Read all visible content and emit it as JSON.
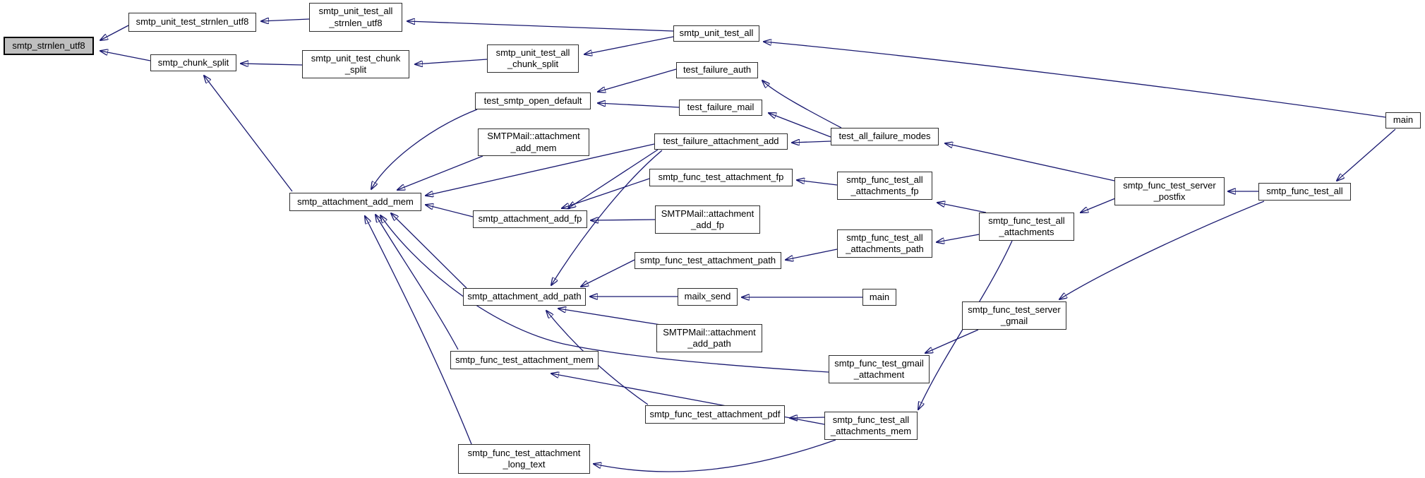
{
  "diagram": {
    "type": "doxygen-caller-graph",
    "focus_function": "smtp_strnlen_utf8",
    "colors": {
      "edge": "#191970",
      "node_border": "#2e2e2e",
      "node_fill": "#ffffff",
      "focus_node_fill": "#bfbfbf",
      "text": "#000000",
      "background": "#ffffff"
    },
    "nodes": [
      {
        "id": "strnlen",
        "label": "smtp_strnlen_utf8",
        "focus": true
      },
      {
        "id": "unit_strnlen",
        "label": "smtp_unit_test_strnlen_utf8"
      },
      {
        "id": "chunk_split",
        "label": "smtp_chunk_split"
      },
      {
        "id": "all_strnlen",
        "label": "smtp_unit_test_all\n_strnlen_utf8"
      },
      {
        "id": "unit_chunk",
        "label": "smtp_unit_test_chunk\n_split"
      },
      {
        "id": "all_chunk",
        "label": "smtp_unit_test_all\n_chunk_split"
      },
      {
        "id": "unit_all",
        "label": "smtp_unit_test_all"
      },
      {
        "id": "failure_auth",
        "label": "test_failure_auth"
      },
      {
        "id": "failure_mail",
        "label": "test_failure_mail"
      },
      {
        "id": "open_default",
        "label": "test_smtp_open_default"
      },
      {
        "id": "mail_add_mem",
        "label": "SMTPMail::attachment\n_add_mem"
      },
      {
        "id": "failure_attach",
        "label": "test_failure_attachment_add"
      },
      {
        "id": "all_failure",
        "label": "test_all_failure_modes"
      },
      {
        "id": "func_att_fp",
        "label": "smtp_func_test_attachment_fp"
      },
      {
        "id": "all_att_fp",
        "label": "smtp_func_test_all\n_attachments_fp"
      },
      {
        "id": "add_mem",
        "label": "smtp_attachment_add_mem"
      },
      {
        "id": "add_fp",
        "label": "smtp_attachment_add_fp"
      },
      {
        "id": "mail_add_fp",
        "label": "SMTPMail::attachment\n_add_fp"
      },
      {
        "id": "all_att_path",
        "label": "smtp_func_test_all\n_attachments_path"
      },
      {
        "id": "all_atts",
        "label": "smtp_func_test_all\n_attachments"
      },
      {
        "id": "func_att_path",
        "label": "smtp_func_test_attachment_path"
      },
      {
        "id": "add_path",
        "label": "smtp_attachment_add_path"
      },
      {
        "id": "mailx_send",
        "label": "mailx_send"
      },
      {
        "id": "main_mid",
        "label": "main"
      },
      {
        "id": "mail_add_path",
        "label": "SMTPMail::attachment\n_add_path"
      },
      {
        "id": "func_att_mem",
        "label": "smtp_func_test_attachment_mem"
      },
      {
        "id": "server_gmail",
        "label": "smtp_func_test_server\n_gmail"
      },
      {
        "id": "gmail_att",
        "label": "smtp_func_test_gmail\n_attachment"
      },
      {
        "id": "func_att_pdf",
        "label": "smtp_func_test_attachment_pdf"
      },
      {
        "id": "all_att_mem",
        "label": "smtp_func_test_all\n_attachments_mem"
      },
      {
        "id": "func_att_long",
        "label": "smtp_func_test_attachment\n_long_text"
      },
      {
        "id": "server_postfix",
        "label": "smtp_func_test_server\n_postfix"
      },
      {
        "id": "func_all",
        "label": "smtp_func_test_all"
      },
      {
        "id": "main_right",
        "label": "main"
      }
    ],
    "edges": [
      {
        "from": "unit_strnlen",
        "to": "strnlen"
      },
      {
        "from": "chunk_split",
        "to": "strnlen"
      },
      {
        "from": "all_strnlen",
        "to": "unit_strnlen"
      },
      {
        "from": "unit_all",
        "to": "all_strnlen"
      },
      {
        "from": "unit_chunk",
        "to": "chunk_split"
      },
      {
        "from": "add_mem",
        "to": "chunk_split"
      },
      {
        "from": "all_chunk",
        "to": "unit_chunk"
      },
      {
        "from": "unit_all",
        "to": "all_chunk"
      },
      {
        "from": "main_right",
        "to": "unit_all"
      },
      {
        "from": "failure_auth",
        "to": "open_default"
      },
      {
        "from": "failure_mail",
        "to": "open_default"
      },
      {
        "from": "all_failure",
        "to": "failure_auth"
      },
      {
        "from": "all_failure",
        "to": "failure_mail"
      },
      {
        "from": "all_failure",
        "to": "failure_attach"
      },
      {
        "from": "server_postfix",
        "to": "all_failure"
      },
      {
        "from": "open_default",
        "to": "add_mem"
      },
      {
        "from": "mail_add_mem",
        "to": "add_mem"
      },
      {
        "from": "failure_attach",
        "to": "add_mem"
      },
      {
        "from": "add_fp",
        "to": "add_mem"
      },
      {
        "from": "add_path",
        "to": "add_mem"
      },
      {
        "from": "func_att_mem",
        "to": "add_mem"
      },
      {
        "from": "func_att_long",
        "to": "add_mem"
      },
      {
        "from": "gmail_att",
        "to": "add_mem"
      },
      {
        "from": "failure_attach",
        "to": "add_fp"
      },
      {
        "from": "func_att_fp",
        "to": "add_fp"
      },
      {
        "from": "mail_add_fp",
        "to": "add_fp"
      },
      {
        "from": "all_att_fp",
        "to": "func_att_fp"
      },
      {
        "from": "all_atts",
        "to": "all_att_fp"
      },
      {
        "from": "all_atts",
        "to": "all_att_path"
      },
      {
        "from": "all_atts",
        "to": "all_att_mem"
      },
      {
        "from": "server_postfix",
        "to": "all_atts"
      },
      {
        "from": "func_all",
        "to": "server_postfix"
      },
      {
        "from": "main_right",
        "to": "func_all"
      },
      {
        "from": "failure_attach",
        "to": "add_path"
      },
      {
        "from": "func_att_path",
        "to": "add_path"
      },
      {
        "from": "mailx_send",
        "to": "add_path"
      },
      {
        "from": "mail_add_path",
        "to": "add_path"
      },
      {
        "from": "func_att_pdf",
        "to": "add_path"
      },
      {
        "from": "main_mid",
        "to": "mailx_send"
      },
      {
        "from": "all_att_path",
        "to": "func_att_path"
      },
      {
        "from": "all_att_mem",
        "to": "func_att_mem"
      },
      {
        "from": "all_att_mem",
        "to": "func_att_pdf"
      },
      {
        "from": "server_gmail",
        "to": "gmail_att"
      },
      {
        "from": "func_all",
        "to": "server_gmail"
      },
      {
        "from": "all_att_mem",
        "to": "func_att_long"
      }
    ]
  }
}
